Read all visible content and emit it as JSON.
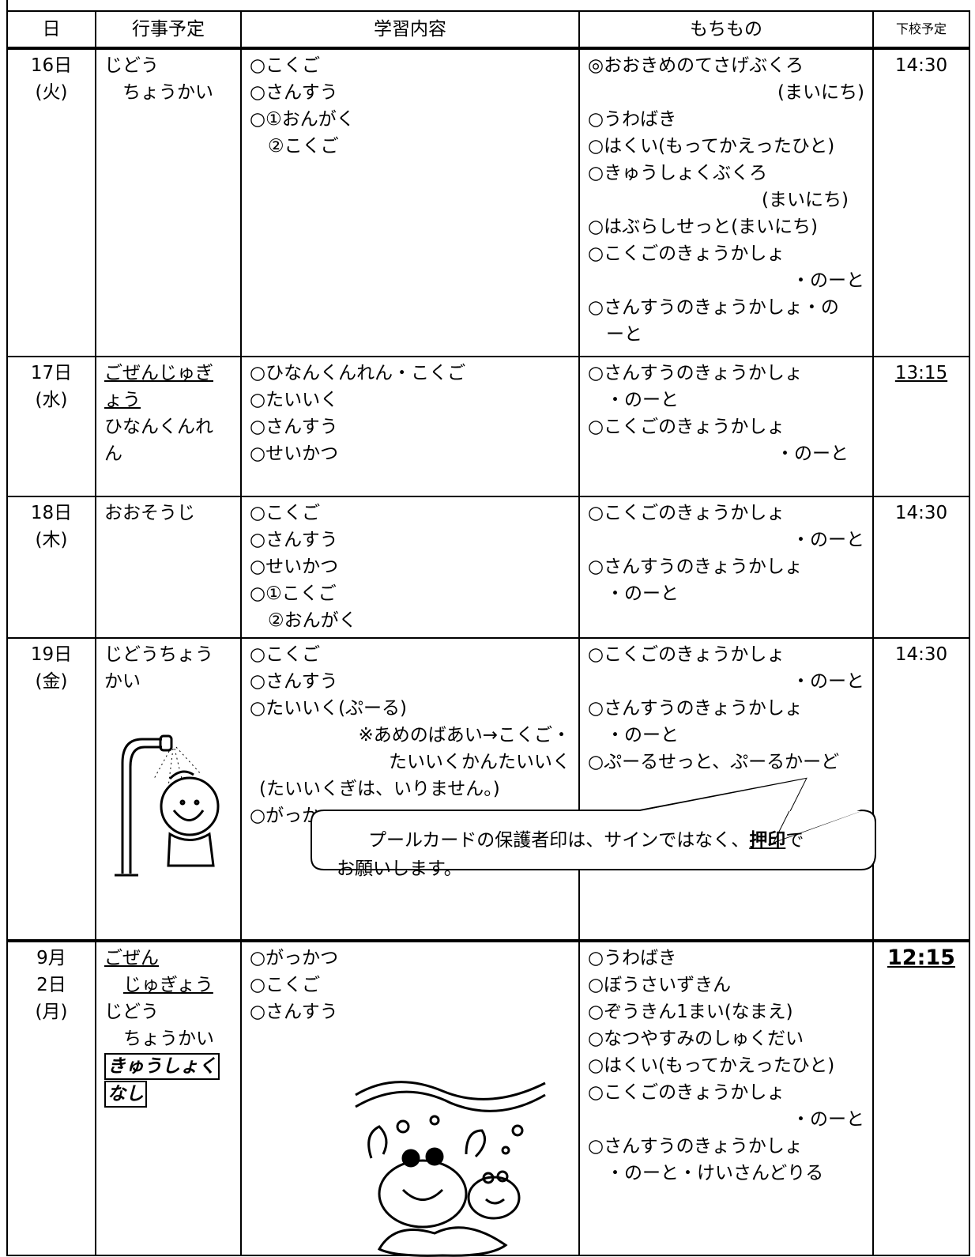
{
  "headers": {
    "date": "日",
    "events": "行事予定",
    "study": "学習内容",
    "items": "もちもの",
    "dismiss": "下校予定"
  },
  "rows": [
    {
      "date": [
        "16日",
        "(火)"
      ],
      "events": [
        "じどう",
        "　ちょうかい"
      ],
      "study": [
        "○こくご",
        "○さんすう",
        "○①おんがく",
        "　②こくご"
      ],
      "items": [
        "◎おおきめのてさげぶくろ",
        "(まいにち)",
        "○うわばき",
        "○はくい(もってかえったひと)",
        "○きゅうしょくぶくろ",
        "(まいにち)",
        "○はぶらしせっと(まいにち)",
        "○こくごのきょうかしょ",
        "・のーと",
        "○さんすうのきょうかしょ・の",
        "　ーと"
      ],
      "time": "14:30"
    },
    {
      "date": [
        "17日",
        "(水)"
      ],
      "events": [
        "ごぜんじゅぎ",
        "ょう",
        "ひなんくんれ",
        "ん"
      ],
      "study": [
        "○ひなんくんれん・こくご",
        "○たいいく",
        "○さんすう",
        "○せいかつ"
      ],
      "items": [
        "○さんすうのきょうかしょ",
        "　・のーと",
        "○こくごのきょうかしょ",
        "・のーと"
      ],
      "time": "13:15"
    },
    {
      "date": [
        "18日",
        "(木)"
      ],
      "events": [
        "おおそうじ"
      ],
      "study": [
        "○こくご",
        "○さんすう",
        "○せいかつ",
        "○①こくご",
        "　②おんがく"
      ],
      "items": [
        "○こくごのきょうかしょ",
        "・のーと",
        "○さんすうのきょうかしょ",
        "　・のーと"
      ],
      "time": "14:30"
    },
    {
      "date": [
        "19日",
        "(金)"
      ],
      "events": [
        "じどうちょう",
        "かい"
      ],
      "study": [
        "○こくご",
        "○さんすう",
        "○たいいく(ぷーる)",
        "※あめのばあい→こくご・",
        "たいいくかんたいいく",
        "(たいいくぎは、いりません。)",
        "○がっかつ"
      ],
      "items": [
        "○こくごのきょうかしょ",
        "・のーと",
        "○さんすうのきょうかしょ",
        "　・のーと",
        "○ぷーるせっと、ぷーるかーど"
      ],
      "time": "14:30",
      "bubble": {
        "before": "プールカードの保護者印は、サインではなく、",
        "emph": "押印",
        "after": "で",
        "line2": "お願いします。"
      }
    },
    {
      "date": [
        "9月",
        "2日",
        "(月)"
      ],
      "events": [
        "ごぜん",
        "じゅぎょう",
        "じどう",
        "ちょうかい",
        "きゅうしょく",
        "なし"
      ],
      "study": [
        "○がっかつ",
        "○こくご",
        "○さんすう"
      ],
      "items": [
        "○うわばき",
        "○ぼうさいずきん",
        "○ぞうきん1まい(なまえ)",
        "○なつやすみのしゅくだい",
        "○はくい(もってかえったひと)",
        "○こくごのきょうかしょ",
        "・のーと",
        "○さんすうのきょうかしょ",
        "　・のーと・けいさんどりる"
      ],
      "time": "12:15"
    }
  ],
  "illustrations": {
    "shower": "shower-boy-illustration",
    "crabs": "crabs-illustration"
  }
}
